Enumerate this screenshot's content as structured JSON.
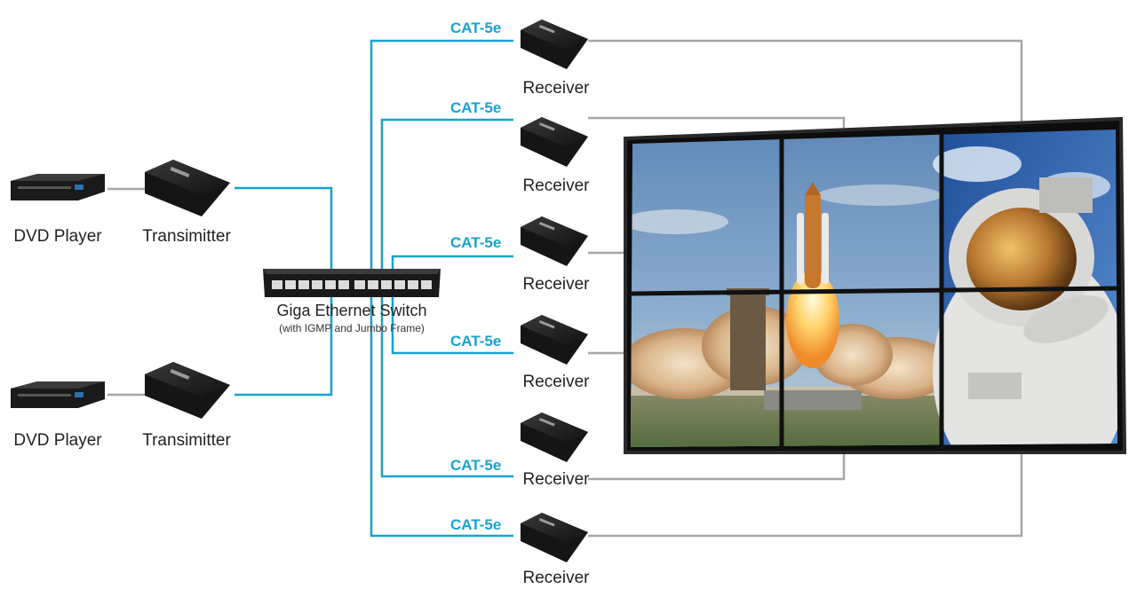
{
  "sources": [
    {
      "player_label": "DVD Player",
      "transmitter_label": "Transimitter"
    },
    {
      "player_label": "DVD Player",
      "transmitter_label": "Transimitter"
    }
  ],
  "switch": {
    "label": "Giga Ethernet Switch",
    "sublabel": "(with IGMP and Jumbo Frame)"
  },
  "receivers": [
    {
      "label": "Receiver",
      "cable_label": "CAT-5e"
    },
    {
      "label": "Receiver",
      "cable_label": "CAT-5e"
    },
    {
      "label": "Receiver",
      "cable_label": "CAT-5e"
    },
    {
      "label": "Receiver",
      "cable_label": "CAT-5e"
    },
    {
      "label": "Receiver",
      "cable_label": "CAT-5e"
    },
    {
      "label": "Receiver",
      "cable_label": "CAT-5e"
    }
  ],
  "colors": {
    "network_cable": "#16a3cf",
    "hdmi_cable": "#9a9a9a",
    "device_body": "#1c1c1c"
  },
  "video_wall": {
    "rows": 2,
    "cols": 3,
    "tiles": [
      "sky",
      "shuttle-upper",
      "astronaut-upper",
      "launch-pad-left",
      "launch-pad-right",
      "astronaut-lower"
    ]
  }
}
